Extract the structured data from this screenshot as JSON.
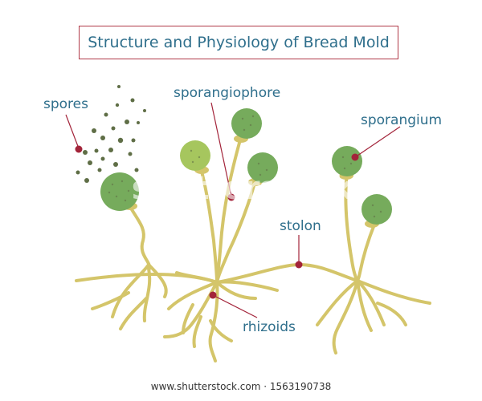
{
  "title": "Structure and Physiology of Bread Mold",
  "labels": {
    "spores": "spores",
    "sporangiophore": "sporangiophore",
    "sporangium": "sporangium",
    "stolon": "stolon",
    "rhizoids": "rhizoids"
  },
  "watermark": "shutterstock",
  "footer": "www.shutterstock.com · 1563190738",
  "colors": {
    "hyphae": "#d4c56a",
    "sporangium": "#76ab5c",
    "sporangium_light": "#a6c65e",
    "spore": "#5f6e46",
    "pointer": "#a3243a",
    "label": "#2f6f8c",
    "title_border": "#b03a48"
  }
}
